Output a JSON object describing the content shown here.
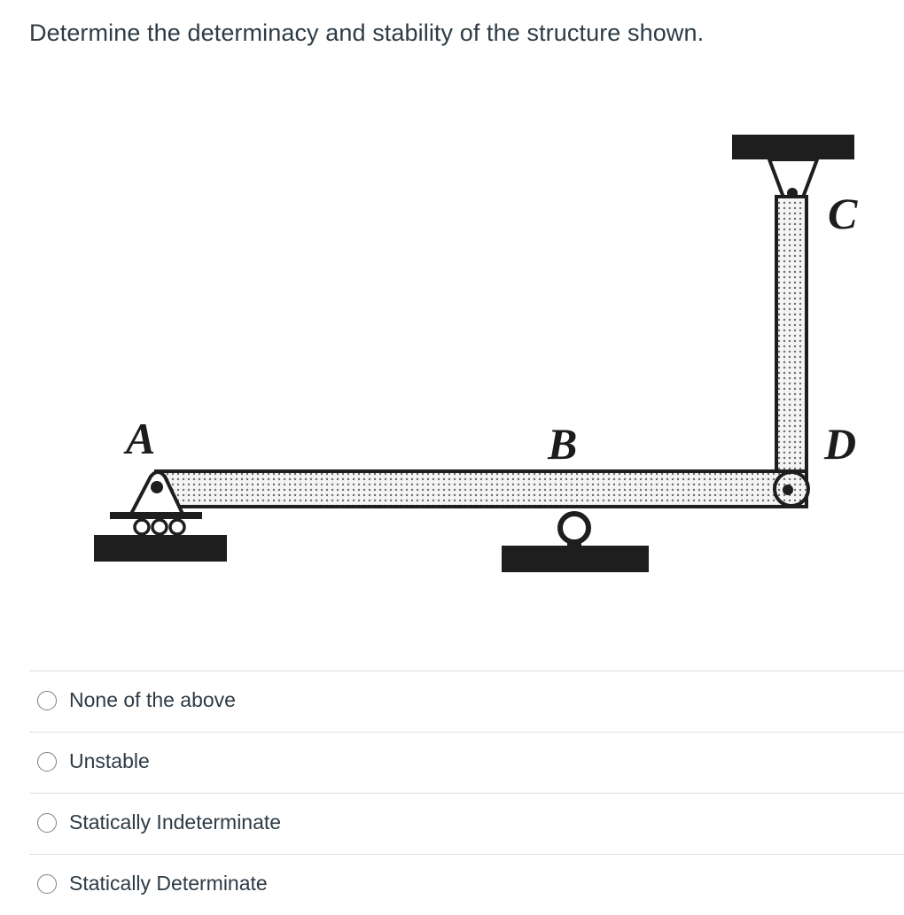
{
  "question": {
    "text": "Determine the determinacy and stability of the structure shown."
  },
  "figure": {
    "labels": {
      "a": "A",
      "b": "B",
      "c": "C",
      "d": "D"
    }
  },
  "answers": [
    {
      "label": "None of the above",
      "selected": false
    },
    {
      "label": "Unstable",
      "selected": false
    },
    {
      "label": "Statically Indeterminate",
      "selected": false
    },
    {
      "label": "Statically Determinate",
      "selected": false
    }
  ]
}
